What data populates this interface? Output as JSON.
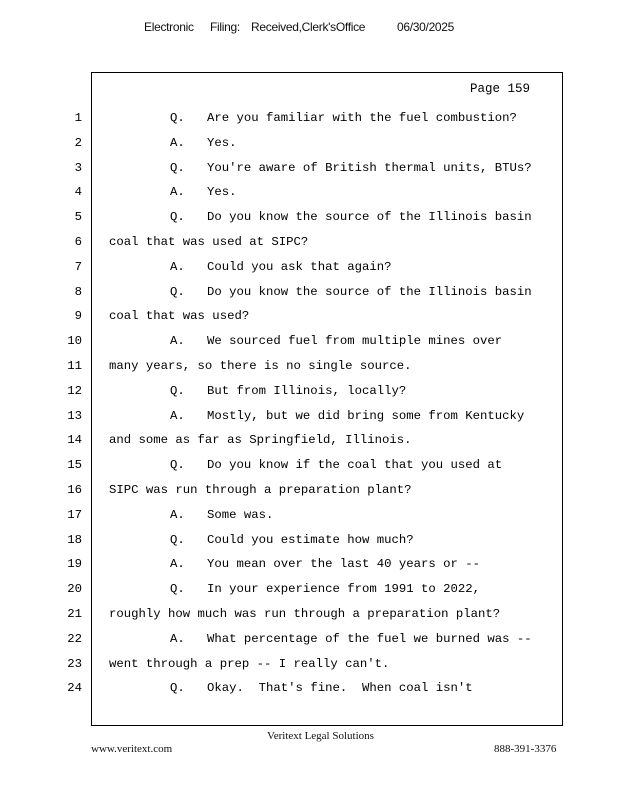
{
  "header": {
    "part1": "Electronic",
    "part2": "Filing:",
    "part3": "Received,Clerk'sOffice",
    "date": "06/30/2025"
  },
  "page_label": "Page 159",
  "lines": [
    {
      "n": "1",
      "label": "Q.",
      "text": "Are you familiar with the fuel combustion?"
    },
    {
      "n": "2",
      "label": "A.",
      "text": "Yes."
    },
    {
      "n": "3",
      "label": "Q.",
      "text": "You're aware of British thermal units, BTUs?"
    },
    {
      "n": "4",
      "label": "A.",
      "text": "Yes."
    },
    {
      "n": "5",
      "label": "Q.",
      "text": "Do you know the source of the Illinois basin"
    },
    {
      "n": "6",
      "cont": "coal that was used at SIPC?"
    },
    {
      "n": "7",
      "label": "A.",
      "text": "Could you ask that again?"
    },
    {
      "n": "8",
      "label": "Q.",
      "text": "Do you know the source of the Illinois basin"
    },
    {
      "n": "9",
      "cont": "coal that was used?"
    },
    {
      "n": "10",
      "label": "A.",
      "text": "We sourced fuel from multiple mines over"
    },
    {
      "n": "11",
      "cont": "many years, so there is no single source."
    },
    {
      "n": "12",
      "label": "Q.",
      "text": "But from Illinois, locally?"
    },
    {
      "n": "13",
      "label": "A.",
      "text": "Mostly, but we did bring some from Kentucky"
    },
    {
      "n": "14",
      "cont": "and some as far as Springfield, Illinois."
    },
    {
      "n": "15",
      "label": "Q.",
      "text": "Do you know if the coal that you used at"
    },
    {
      "n": "16",
      "cont": "SIPC was run through a preparation plant?"
    },
    {
      "n": "17",
      "label": "A.",
      "text": "Some was."
    },
    {
      "n": "18",
      "label": "Q.",
      "text": "Could you estimate how much?"
    },
    {
      "n": "19",
      "label": "A.",
      "text": "You mean over the last 40 years or --"
    },
    {
      "n": "20",
      "label": "Q.",
      "text": "In your experience from 1991 to 2022,"
    },
    {
      "n": "21",
      "cont": "roughly how much was run through a preparation plant?"
    },
    {
      "n": "22",
      "label": "A.",
      "text": "What percentage of the fuel we burned was --"
    },
    {
      "n": "23",
      "cont": "went through a prep -- I really can't."
    },
    {
      "n": "24",
      "label": "Q.",
      "text": "Okay.  That's fine.  When coal isn't"
    }
  ],
  "footer": {
    "company": "Veritext   Legal   Solutions",
    "website": "www.veritext.com",
    "phone": "888-391-3376"
  }
}
